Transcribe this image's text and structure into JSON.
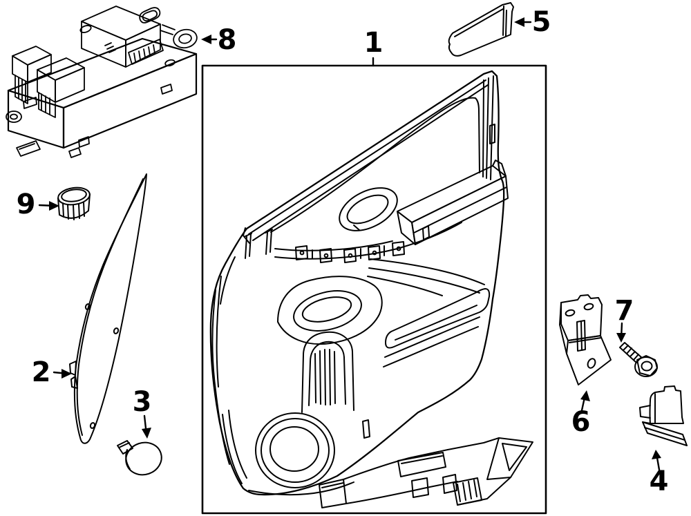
{
  "diagram": {
    "kind": "exploded-parts-line-diagram",
    "subject": "front-door-interior-trim-panel",
    "callouts": [
      {
        "label": "1",
        "part": "door-trim-panel-assembly"
      },
      {
        "label": "2",
        "part": "water-shield"
      },
      {
        "label": "3",
        "part": "retainer-clip"
      },
      {
        "label": "4",
        "part": "end-bracket"
      },
      {
        "label": "5",
        "part": "upper-trim-cap"
      },
      {
        "label": "6",
        "part": "mounting-bracket"
      },
      {
        "label": "7",
        "part": "bolt"
      },
      {
        "label": "8",
        "part": "power-window-switch-assembly"
      },
      {
        "label": "9",
        "part": "lock-knob"
      }
    ]
  },
  "style": {
    "line_color": "#000000",
    "background": "#ffffff"
  }
}
